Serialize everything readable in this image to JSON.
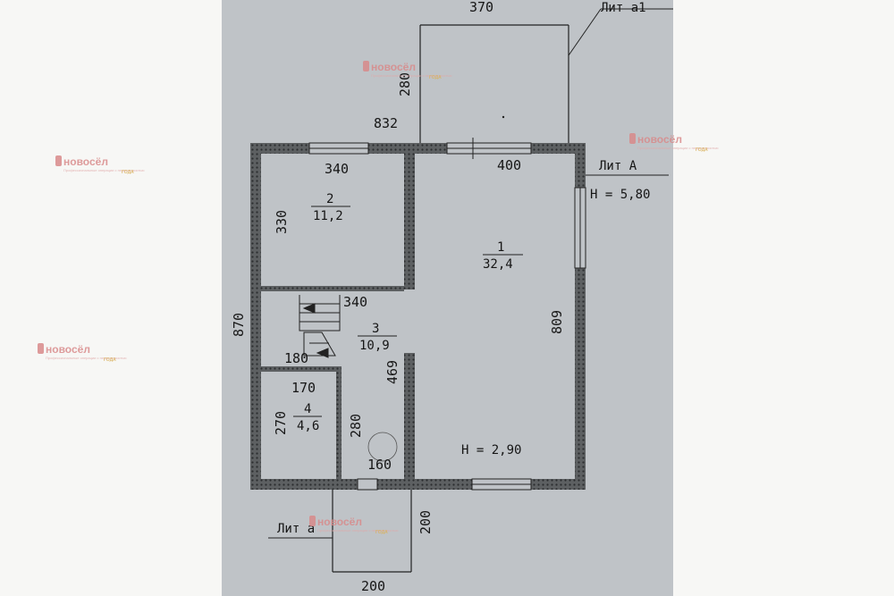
{
  "watermark": {
    "brand": "новосёл",
    "tagline": "Профессиональные операции с недвижимостью",
    "year": "ГОДА"
  },
  "plan": {
    "lit_a1": "Лит а1",
    "lit_A": "Лит А",
    "lit_a": "Лит а",
    "height_A": "H = 5,80",
    "height_room": "H = 2,90",
    "dims": {
      "top_370": "370",
      "side_280": "280",
      "d832": "832",
      "d400": "400",
      "d340_top": "340",
      "d330": "330",
      "d870": "870",
      "d809": "809",
      "d340_mid": "340",
      "d180": "180",
      "d469": "469",
      "d170": "170",
      "d270": "270",
      "d280_mid": "280",
      "d160": "160",
      "d200_v": "200",
      "d200_bottom": "200"
    },
    "rooms": [
      {
        "number": "1",
        "area": "32,4"
      },
      {
        "number": "2",
        "area": "11,2"
      },
      {
        "number": "3",
        "area": "10,9"
      },
      {
        "number": "4",
        "area": "4,6"
      }
    ]
  }
}
